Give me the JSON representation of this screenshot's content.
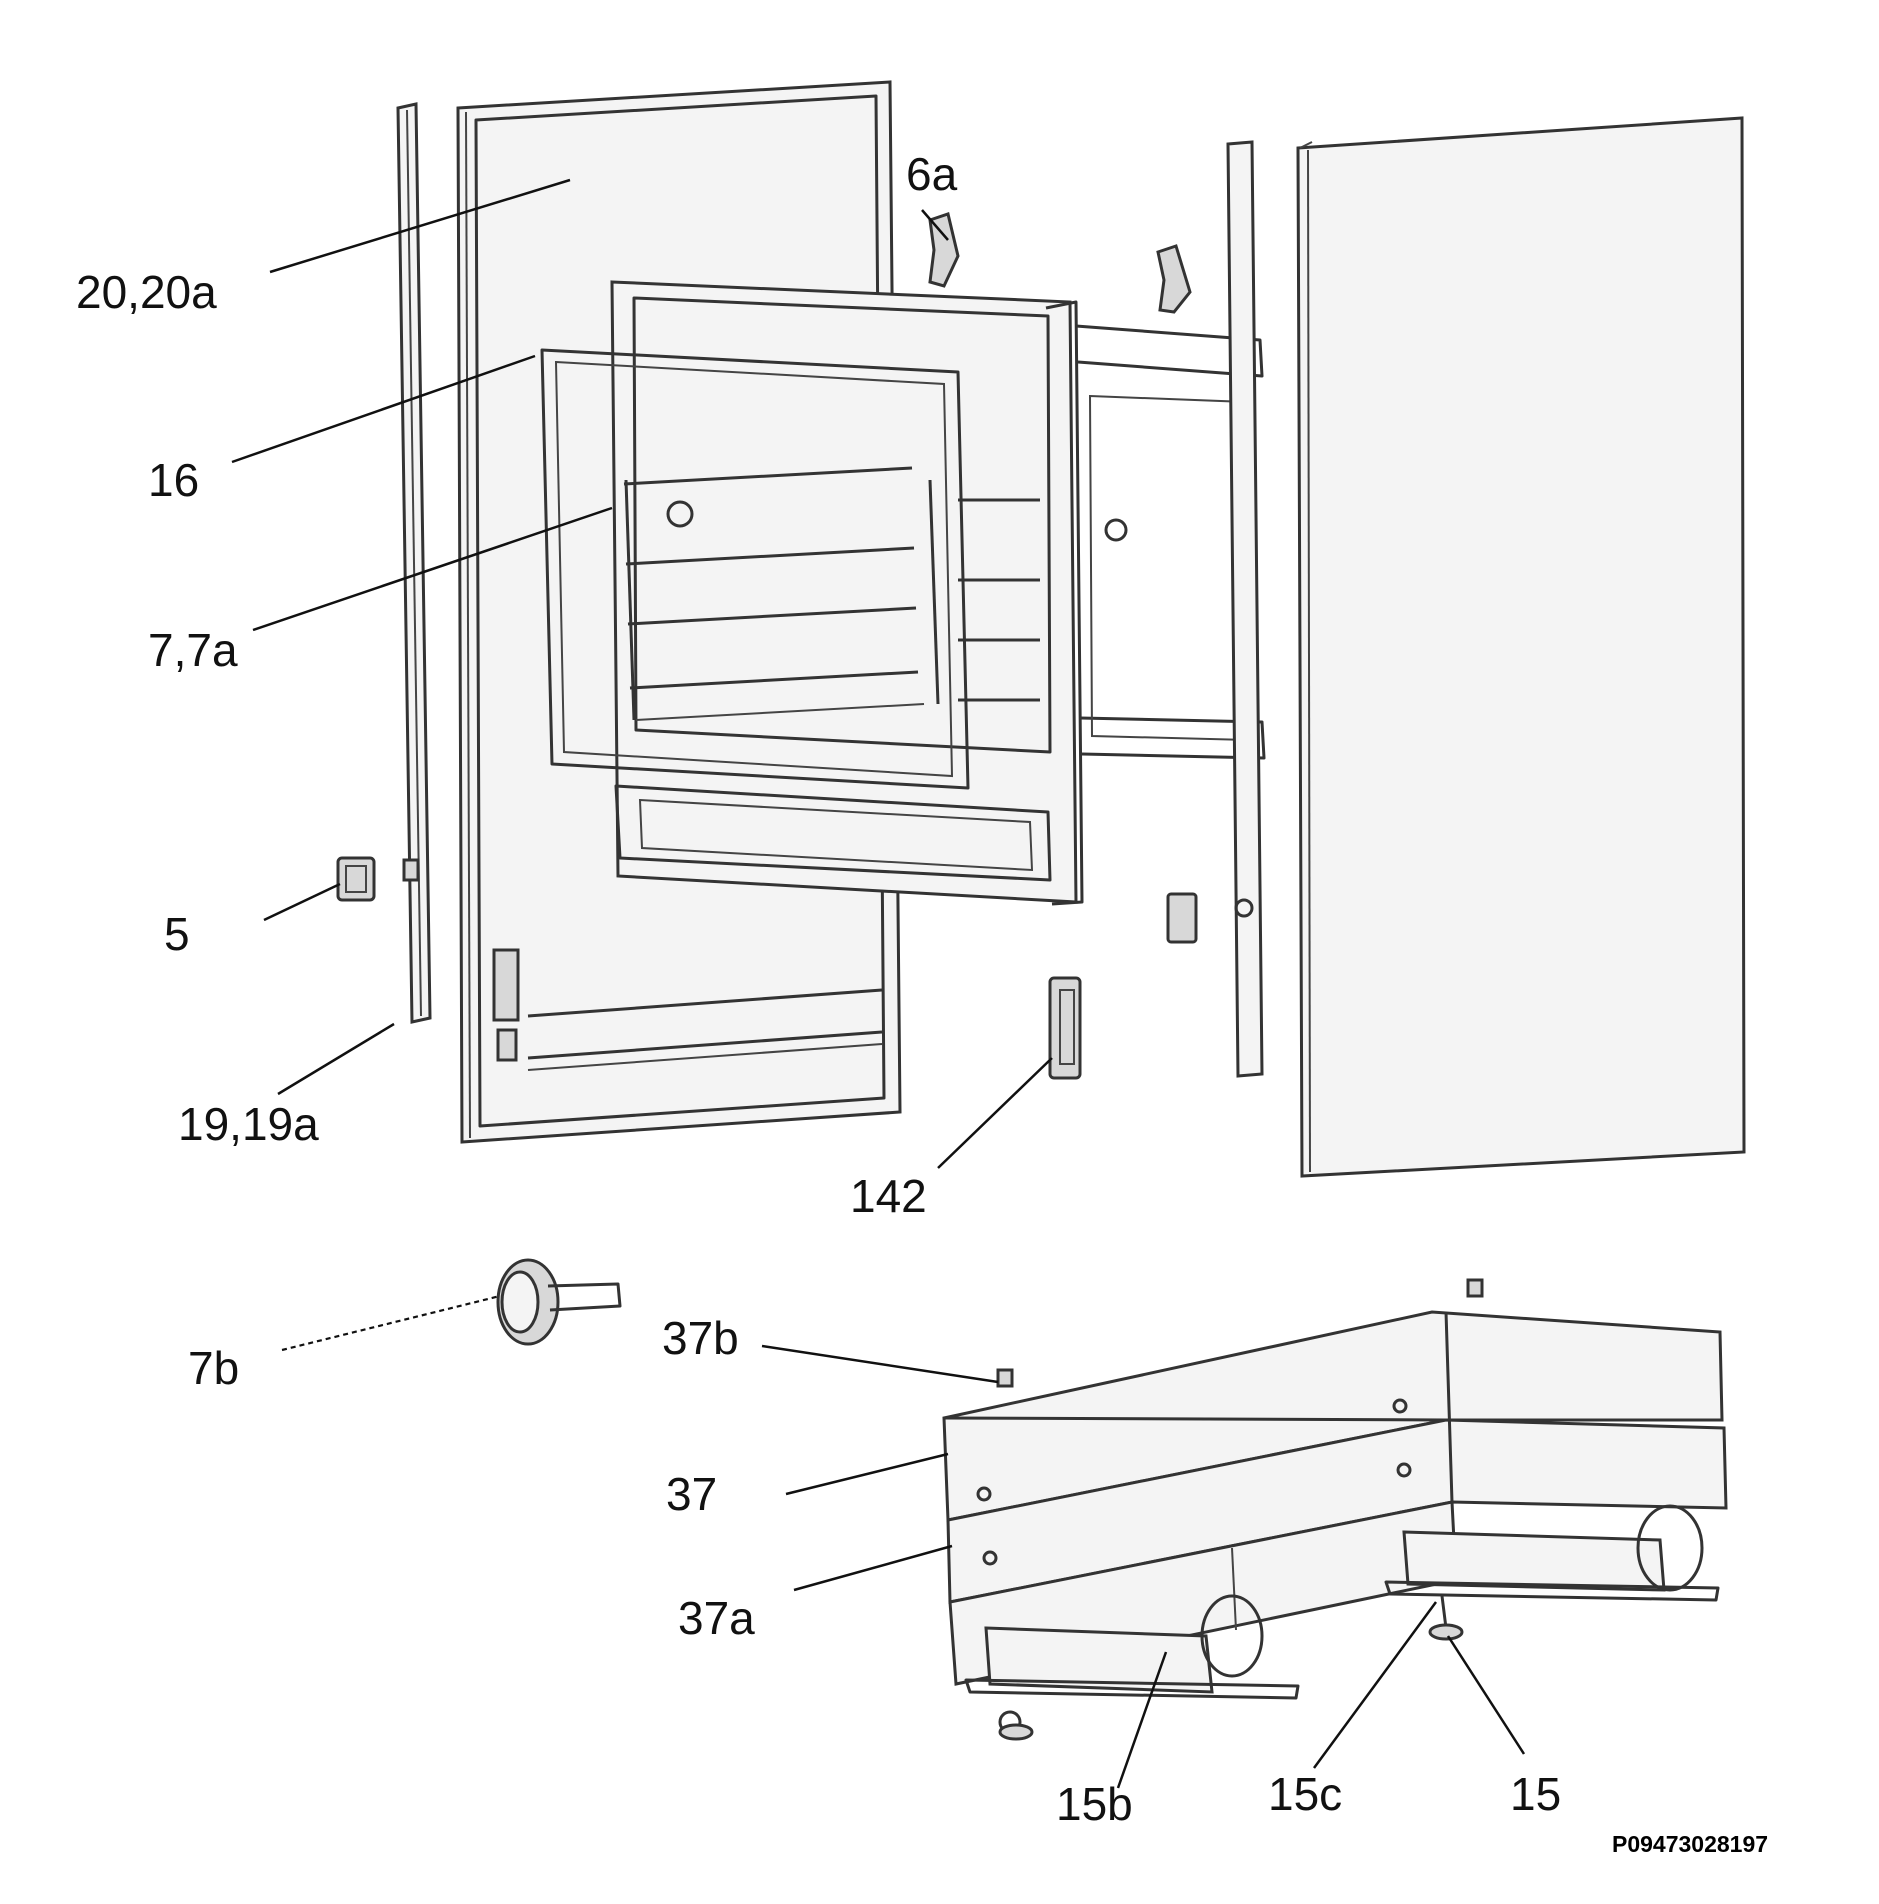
{
  "labels": {
    "l_20_20a": "20,20a",
    "l_16": "16",
    "l_7_7a": "7,7a",
    "l_5": "5",
    "l_19_19a": "19,19a",
    "l_6a": "6a",
    "l_142": "142",
    "l_7b": "7b",
    "l_37b": "37b",
    "l_37": "37",
    "l_37a": "37a",
    "l_15b": "15b",
    "l_15c": "15c",
    "l_15": "15"
  },
  "reference_code": "P09473028197"
}
